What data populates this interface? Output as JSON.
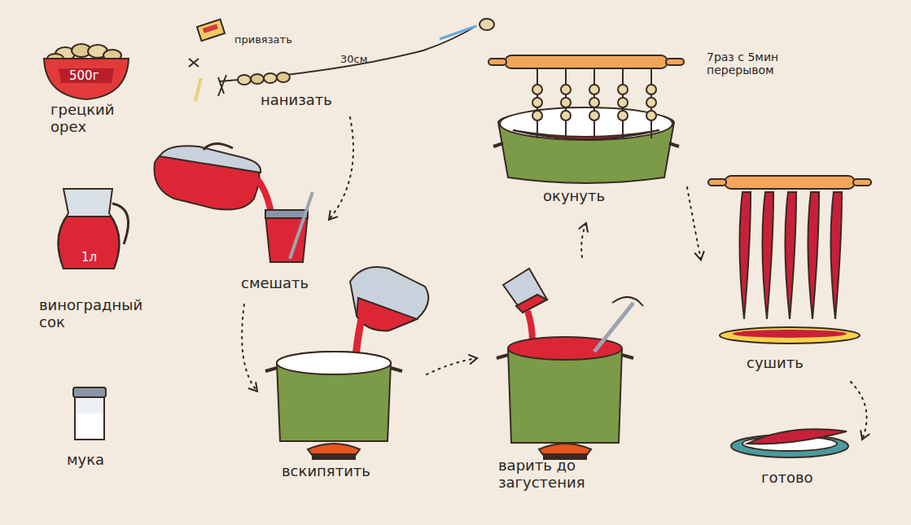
{
  "diagram": {
    "nodes": [
      {
        "text": [
          "500г",
          "грецкий орех"
        ]
      },
      {
        "text": [
          "1л",
          "виноградный сок"
        ]
      },
      {
        "text": [
          "мука"
        ]
      },
      {
        "text": [
          "нанизать"
        ]
      },
      {
        "text": [
          "смешать"
        ]
      },
      {
        "text": [
          "вскипятить"
        ]
      },
      {
        "text": [
          "варить до загустения"
        ]
      },
      {
        "text": [
          "окунуть"
        ]
      },
      {
        "text": [
          "сушить"
        ]
      },
      {
        "text": [
          "готово"
        ]
      }
    ],
    "edges": [
      {
        "from": 3,
        "to": 4,
        "arrow": "to"
      },
      {
        "from": 4,
        "to": 5,
        "arrow": "to"
      },
      {
        "from": 5,
        "to": 6,
        "arrow": "to"
      },
      {
        "from": 6,
        "to": 7,
        "arrow": "to"
      },
      {
        "from": 7,
        "to": 8,
        "arrow": "to"
      },
      {
        "from": 8,
        "to": 9,
        "arrow": "to"
      }
    ],
    "labels": [
      "привязать",
      "30см",
      "7раз с 5мин перерывом"
    ]
  }
}
